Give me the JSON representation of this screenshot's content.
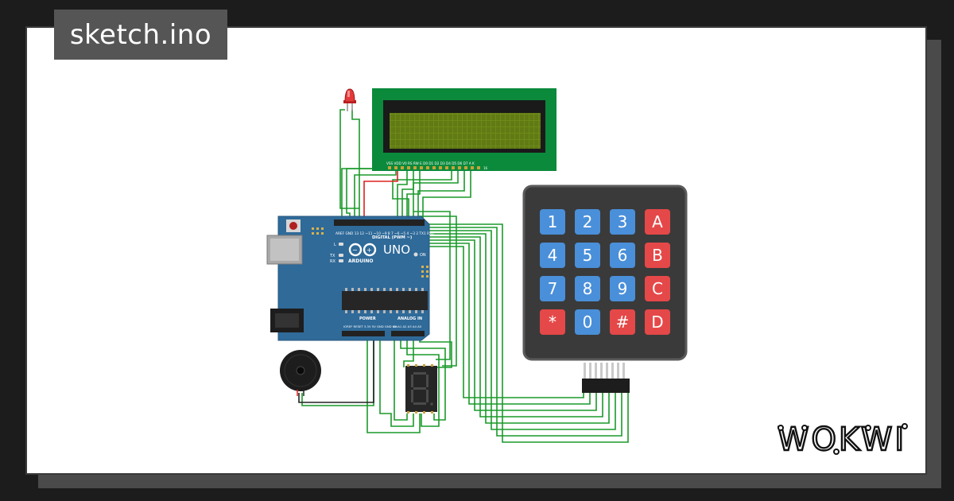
{
  "file_tab": {
    "label": "sketch.ino"
  },
  "brand": {
    "name": "WOKWI"
  },
  "lcd": {
    "pin_labels": "VSS VDD V0 RS RW E  D0 D1 D2 D3 D4 D5 D6 D7 A  K",
    "pin_number": "16"
  },
  "arduino": {
    "model": "UNO",
    "brand": "ARDUINO",
    "digital_label": "DIGITAL (PWM ~)",
    "power_label": "POWER",
    "analog_label": "ANALOG IN",
    "on_label": "ON",
    "tx_label": "TX",
    "rx_label": "RX",
    "l_label": "L",
    "top_pins": "AREF GND 13 12 ~11 ~10 ~9 8   7 ~6 ~5 4 ~3 2 TX1 RX0",
    "bottom_pins": "IOREF RESET 3.3V 5V GND GND Vin",
    "analog_pins": "A0 A1 A2 A3 A4 A5"
  },
  "keypad": {
    "keys": [
      "1",
      "2",
      "3",
      "A",
      "4",
      "5",
      "6",
      "B",
      "7",
      "8",
      "9",
      "C",
      "*",
      "0",
      "#",
      "D"
    ]
  },
  "colors": {
    "wire_green": "#1a9a2a",
    "wire_red": "#e02020",
    "board_blue": "#2f6a99",
    "lcd_pcb": "#0b8a3c",
    "key_blue": "#4a8fd9",
    "key_red": "#e54848"
  }
}
